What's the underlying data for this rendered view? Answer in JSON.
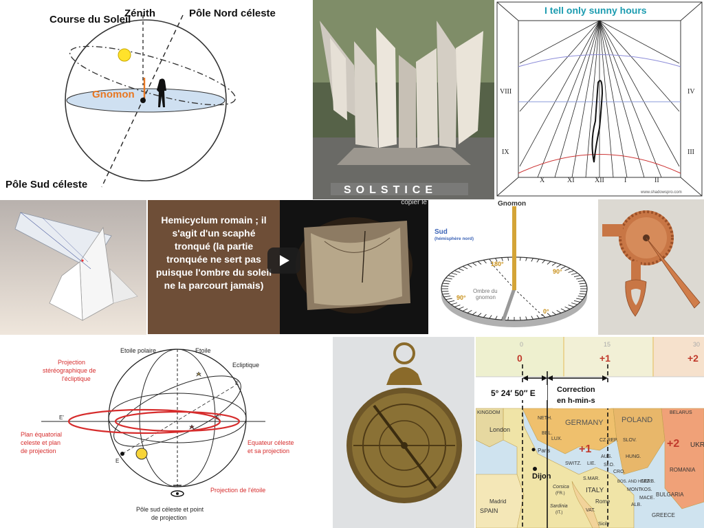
{
  "celestial_sphere": {
    "course_soleil": "Course du Soleil",
    "zenith": "Zénith",
    "pole_nord": "Pôle Nord céleste",
    "gnomon": "Gnomon",
    "pole_sud": "Pôle Sud céleste"
  },
  "solstice": {
    "letters": "SOLSTICE"
  },
  "sunny_hours": {
    "title": "I tell only sunny hours",
    "hours": [
      "VIII",
      "IX",
      "X",
      "XI",
      "XII",
      "I",
      "II",
      "III",
      "IV"
    ],
    "credit": "www.shadowspro.com"
  },
  "video": {
    "caption": "Hemicyclum romain ; il s'agit d'un scaphé tronqué (la partie tronquée ne sert pas puisque l'ombre du soleil ne la parcourt jamais)",
    "tag": "copier le"
  },
  "gnomon_dial": {
    "gnomon": "Gnomon",
    "sud": "Sud",
    "hemisphere": "(hémisphère nord)",
    "ombre1": "Ombre du",
    "ombre2": "gnomon",
    "d180": "180°",
    "d90a": "90°",
    "d90b": "90°",
    "d0": "0°"
  },
  "stereo": {
    "etoile_polaire": "Etoile polaire",
    "etoile": "Etoile",
    "ecliptique": "Ecliptique",
    "proj1": "Projection",
    "proj2": "stéréographique de",
    "proj3": "l'écliptique",
    "plan1": "Plan équatorial",
    "plan2": "celeste et plan",
    "plan3": "de projection",
    "eq1": "Equateur céleste",
    "eq2": "et sa projection",
    "proj_etoile": "Projection de l'étoile",
    "pole1": "Pôle sud céleste et point",
    "pole2": "de projection",
    "e_left": "E",
    "e_right": "E",
    "e1": "E'",
    "e2": "E'"
  },
  "timezone": {
    "tick0": "0",
    "tick15": "15",
    "tick30": "30",
    "zone0": "0",
    "zone1": "+1",
    "zone2": "+2",
    "longitude": "5° 24′ 50″ E",
    "correction1": "Correction",
    "correction2": "en h-min-s",
    "places": {
      "kingdom": "KINGDOM",
      "london": "London",
      "neth": "NETH.",
      "germany": "GERMANY",
      "poland": "POLAND",
      "belarus": "BELARUS",
      "bel": "BEL.",
      "lux": "LUX.",
      "cz": "CZ REP.",
      "slov": "SLOV.",
      "paris": "Paris",
      "plus1": "+1",
      "aus": "AUS.",
      "hung": "HUNG.",
      "plus2": "+2",
      "ukr": "UKR",
      "dijon": "Dijon",
      "switz": "SWITZ.",
      "lie": "LIE.",
      "slo": "SLO.",
      "cro": "CRO.",
      "romania": "ROMANIA",
      "smar": "S.MAR.",
      "bos": "BOS. AND HERZ.",
      "serb": "SERB.",
      "mont": "MONT.",
      "kos": "KOS.",
      "mac": "MACE.",
      "bulgaria": "BULGARIA",
      "alb": "ALB.",
      "italy": "ITALY",
      "madrid": "Madrid",
      "spain": "SPAIN",
      "corsica": "Corsica",
      "fr": "(FR.)",
      "sardinia": "Sardinia",
      "it": "(IT.)",
      "rome": "Rome",
      "vat": "VAT.",
      "greece": "GREECE",
      "sicily": "Sicily"
    }
  }
}
